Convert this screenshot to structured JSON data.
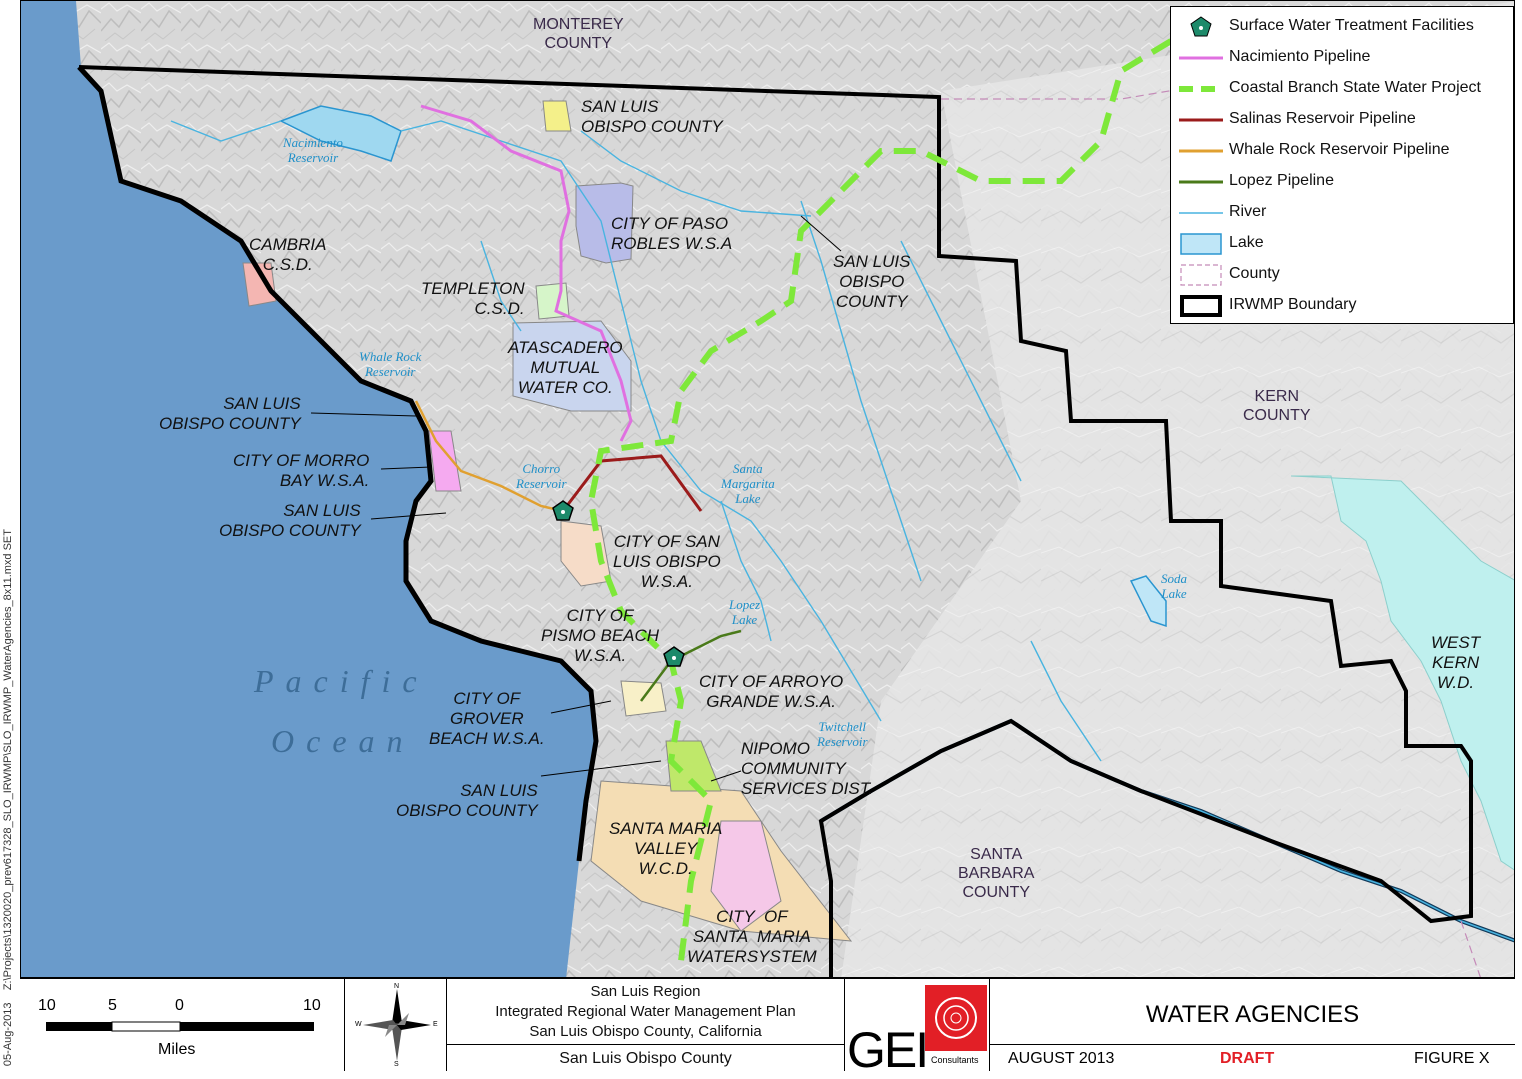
{
  "sidebar_text": "Z:\\Projects\\1320020_prev617328_SLO_IRWMP\\SLO_IRWMP_WaterAgencies_8x11.mxd     SET",
  "sidebar_date": "05-Aug-2013",
  "map": {
    "ocean_label_1": "Pacific",
    "ocean_label_2": "Ocean",
    "counties": {
      "monterey": "MONTEREY\nCOUNTY",
      "kern": "KERN\nCOUNTY",
      "santa_barbara": "SANTA\nBARBARA\nCOUNTY"
    },
    "agencies": [
      {
        "id": "slo-county-north",
        "text": "SAN LUIS\nOBISPO COUNTY"
      },
      {
        "id": "paso-robles",
        "text": "CITY OF PASO\nROBLES W.S.A"
      },
      {
        "id": "cambria",
        "text": "CAMBRIA\nC.S.D."
      },
      {
        "id": "templeton",
        "text": "TEMPLETON\nC.S.D."
      },
      {
        "id": "slo-county-east",
        "text": "SAN LUIS\nOBISPO\nCOUNTY"
      },
      {
        "id": "atascadero",
        "text": "ATASCADERO\nMUTUAL\nWATER CO."
      },
      {
        "id": "slo-county-west1",
        "text": "SAN LUIS\nOBISPO COUNTY"
      },
      {
        "id": "morro-bay",
        "text": "CITY OF MORRO\nBAY W.S.A."
      },
      {
        "id": "slo-county-west2",
        "text": "SAN LUIS\nOBISPO COUNTY"
      },
      {
        "id": "city-slo",
        "text": "CITY OF SAN\nLUIS OBISPO\nW.S.A."
      },
      {
        "id": "pismo",
        "text": "CITY OF\nPISMO BEACH\nW.S.A."
      },
      {
        "id": "arroyo-grande",
        "text": "CITY OF ARROYO\nGRANDE W.S.A."
      },
      {
        "id": "grover-beach",
        "text": "CITY OF\nGROVER\nBEACH W.S.A."
      },
      {
        "id": "nipomo",
        "text": "NIPOMO\nCOMMUNITY\nSERVICES DIST."
      },
      {
        "id": "slo-county-south",
        "text": "SAN LUIS\nOBISPO COUNTY"
      },
      {
        "id": "santa-maria-valley",
        "text": "SANTA MARIA\nVALLEY\nW.C.D."
      },
      {
        "id": "santa-maria-city",
        "text": "CITY  OF\nSANTA  MARIA\nWATERSYSTEM"
      },
      {
        "id": "west-kern",
        "text": "WEST\nKERN\nW.D."
      }
    ],
    "water_labels": [
      {
        "id": "nacimiento",
        "text": "Nacimiento\nReservoir"
      },
      {
        "id": "whale-rock",
        "text": "Whale Rock\nReservoir"
      },
      {
        "id": "chorro",
        "text": "Chorro\nReservoir"
      },
      {
        "id": "santa-margarita",
        "text": "Santa\nMargarita\nLake"
      },
      {
        "id": "lopez",
        "text": "Lopez\nLake"
      },
      {
        "id": "twitchell",
        "text": "Twitchell\nReservoir"
      },
      {
        "id": "soda",
        "text": "Soda\nLake"
      }
    ]
  },
  "legend": {
    "items": [
      {
        "label": "Surface Water Treatment Facilities",
        "symbol": "pentagon",
        "color": "#1d8a6a"
      },
      {
        "label": "Nacimiento Pipeline",
        "symbol": "line",
        "color": "#e070e0"
      },
      {
        "label": "Coastal Branch State Water Project",
        "symbol": "dash",
        "color": "#7ee83a"
      },
      {
        "label": "Salinas Reservoir Pipeline",
        "symbol": "line",
        "color": "#9b1b1b"
      },
      {
        "label": "Whale Rock Reservoir Pipeline",
        "symbol": "line",
        "color": "#e0a030"
      },
      {
        "label": "Lopez Pipeline",
        "symbol": "line",
        "color": "#4a7a1a"
      },
      {
        "label": "River",
        "symbol": "thin",
        "color": "#49b4e0"
      },
      {
        "label": "Lake",
        "symbol": "box",
        "color": "#bfe6f7"
      },
      {
        "label": "County",
        "symbol": "dashbox",
        "color": "#c48ab8"
      },
      {
        "label": "IRWMP Boundary",
        "symbol": "thickbox",
        "color": "#000000"
      }
    ]
  },
  "scale_bar": {
    "ticks": [
      "10",
      "5",
      "0",
      "10"
    ],
    "unit": "Miles"
  },
  "compass": {
    "n": "N",
    "s": "S",
    "e": "E",
    "w": "W"
  },
  "title_block": {
    "line1": "San Luis Region",
    "line2": "Integrated Regional Water Management Plan",
    "line3": "San Luis Obispo County, California",
    "line4": "San Luis Obispo County"
  },
  "logo": {
    "text": "GEI",
    "sub": "Consultants"
  },
  "figure": {
    "title": "WATER AGENCIES",
    "date": "AUGUST 2013",
    "status": "DRAFT",
    "number": "FIGURE X"
  }
}
